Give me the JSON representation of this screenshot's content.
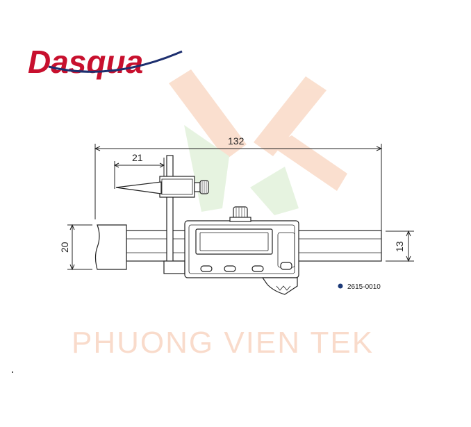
{
  "brand": {
    "name": "Dasqua",
    "colors": {
      "red": "#c8102e",
      "navy": "#1d2f6f"
    }
  },
  "watermark": {
    "text": "PHUONG VIEN TEK",
    "icon": "x-shape-watermark-icon",
    "colors": {
      "orange": "#f7c9ad",
      "green": "#cfe8c4"
    }
  },
  "dimensions": {
    "overall_length": "132",
    "probe_length": "21",
    "beam_height": "20",
    "main_beam_height": "13"
  },
  "product": {
    "code": "2615-0010",
    "bullet_color": "#1d3a78"
  },
  "line_color": "#222222"
}
